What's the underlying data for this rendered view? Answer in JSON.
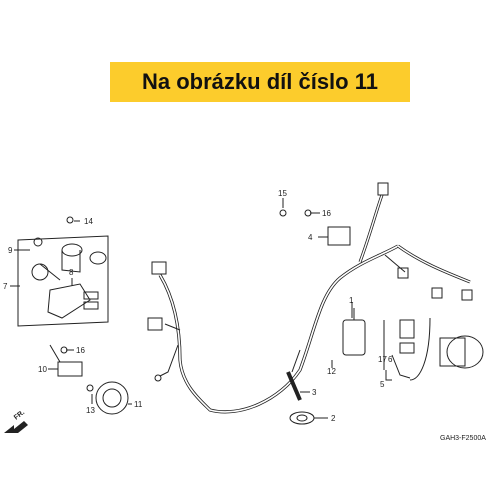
{
  "banner": {
    "text": "Na obrázku díl číslo 11"
  },
  "callouts": {
    "c1": "1",
    "c2": "2",
    "c3": "3",
    "c4": "4",
    "c5": "5",
    "c6": "6",
    "c7": "7",
    "c8": "8",
    "c9": "9",
    "c10": "10",
    "c11": "11",
    "c12": "12",
    "c13": "13",
    "c14": "14",
    "c15": "15",
    "c16": "16",
    "c17": "17"
  },
  "front_marker": "FR.",
  "drawing_code": "GAH3-F2500A",
  "colors": {
    "banner": "#fccc2c",
    "line": "#222222"
  },
  "icons": [
    "front-arrow-icon"
  ]
}
